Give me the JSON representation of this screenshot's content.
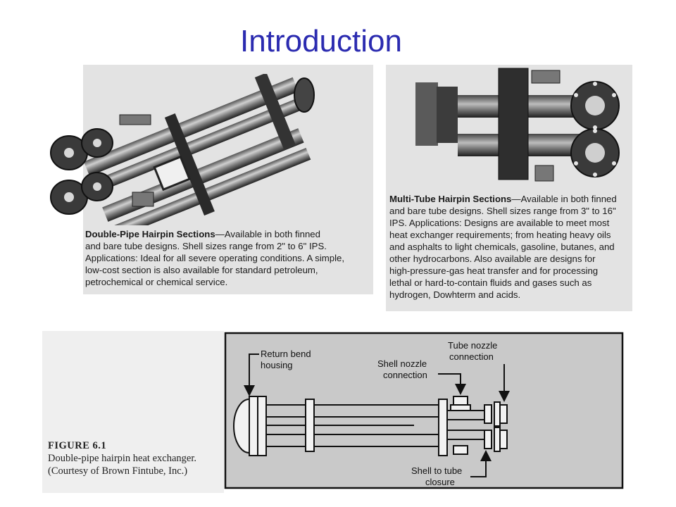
{
  "page": {
    "title": "Introduction"
  },
  "panel_double_pipe": {
    "heading": "Double-Pipe Hairpin Sections",
    "lines": [
      "—Available in both finned",
      "and bare tube designs. Shell sizes range from 2\" to 6\" IPS.",
      "Applications: Ideal for all severe operating conditions. A simple,",
      "low-cost section is also available for standard petroleum,",
      "petrochemical or chemical service."
    ]
  },
  "panel_multi_tube": {
    "heading": "Multi-Tube Hairpin Sections",
    "lines": [
      "—Available in both finned",
      "and bare tube designs. Shell sizes range from 3\" to 16\"",
      "IPS. Applications: Designs are available to meet most",
      "heat exchanger requirements; from heating heavy oils",
      "and asphalts to light chemicals, gasoline, butanes, and",
      "other hydrocarbons. Also available are designs for",
      "high-pressure-gas heat transfer and for processing",
      "lethal or hard-to-contain fluids and gases such as",
      "hydrogen, Dowhterm and acids."
    ]
  },
  "figure": {
    "number": "FIGURE 6.1",
    "caption_lines": [
      "Double-pipe hairpin heat exchanger.",
      "(Courtesy of Brown Fintube, Inc.)"
    ],
    "labels": {
      "return_bend": [
        "Return bend",
        "housing"
      ],
      "shell_nozzle": [
        "Shell nozzle",
        "connection"
      ],
      "tube_nozzle": [
        "Tube nozzle",
        "connection"
      ],
      "shell_to_tube": [
        "Shell to tube",
        "closure"
      ]
    }
  },
  "colors": {
    "title": "#2b2bb0",
    "diagram_background": "#c9c9c9",
    "scan_background": "#e3e3e3"
  }
}
